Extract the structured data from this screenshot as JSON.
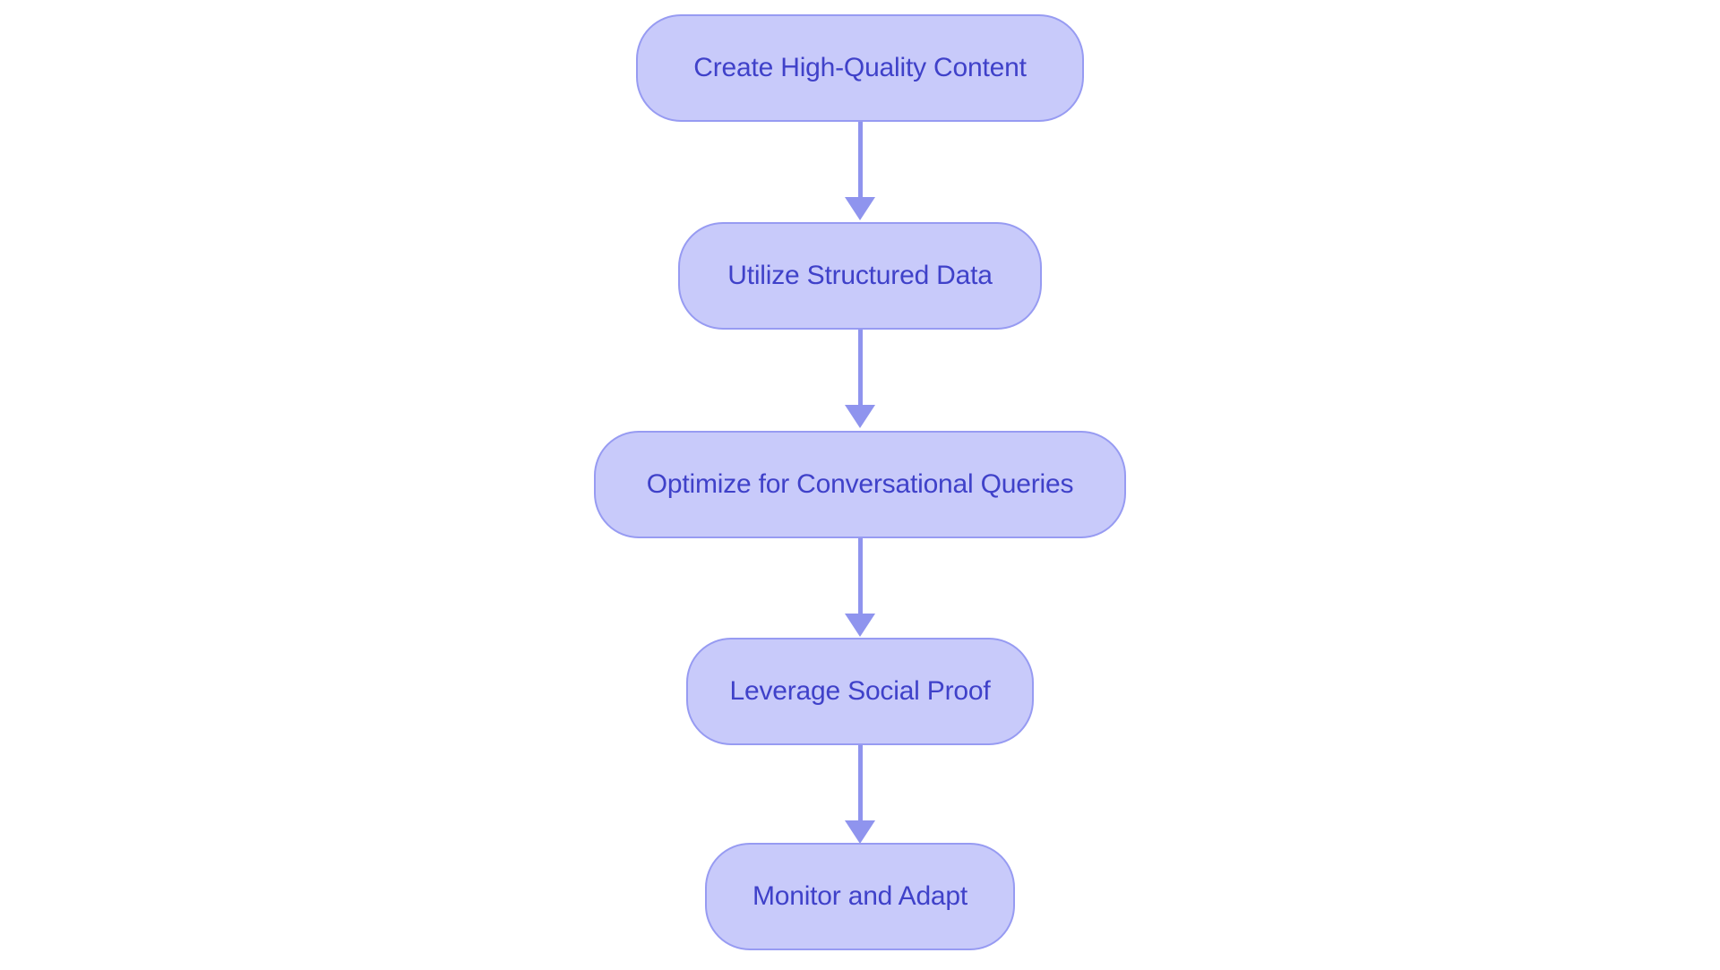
{
  "diagram": {
    "type": "flowchart",
    "direction": "top-down",
    "nodes": [
      {
        "id": "n1",
        "label": "Create High-Quality Content"
      },
      {
        "id": "n2",
        "label": "Utilize Structured Data"
      },
      {
        "id": "n3",
        "label": "Optimize for Conversational Queries"
      },
      {
        "id": "n4",
        "label": "Leverage Social Proof"
      },
      {
        "id": "n5",
        "label": "Monitor and Adapt"
      }
    ],
    "edges": [
      {
        "from": "n1",
        "to": "n2"
      },
      {
        "from": "n2",
        "to": "n3"
      },
      {
        "from": "n3",
        "to": "n4"
      },
      {
        "from": "n4",
        "to": "n5"
      }
    ]
  },
  "colors": {
    "background": "#ffffff",
    "node_fill": "#c8cafa",
    "node_border": "#979bf2",
    "node_text": "#3f41c9",
    "arrow": "#8f94ee"
  }
}
